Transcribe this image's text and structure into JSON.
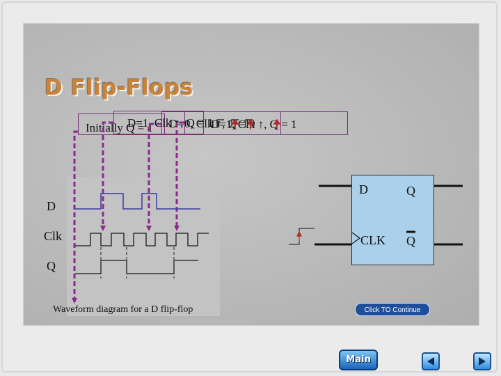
{
  "slide": {
    "title": "D Flip-Flops",
    "messages": [
      "Initially Q = 1",
      "D=1, Clk ↑, Q = 1",
      "D=0, Clk ↑, Q = 0",
      "D=1, Clk ↑, Q = 1"
    ],
    "waveform_labels": {
      "d": "D",
      "clk": "Clk",
      "q": "Q"
    },
    "flipflop": {
      "d_label": "D",
      "q_label": "Q",
      "clk_label": "CLK",
      "qbar_label": "Q"
    },
    "caption": "Waveform diagram for a D flip-flop"
  },
  "controls": {
    "continue_label": "Click TO Continue",
    "main_label": "Main",
    "back_icon": "left-triangle-icon",
    "forward_icon": "right-triangle-icon"
  },
  "colors": {
    "arrow": "#8b2a8b",
    "waveform": "#3a3aa0",
    "box": "#abd0ea",
    "title": "#c9843a"
  }
}
